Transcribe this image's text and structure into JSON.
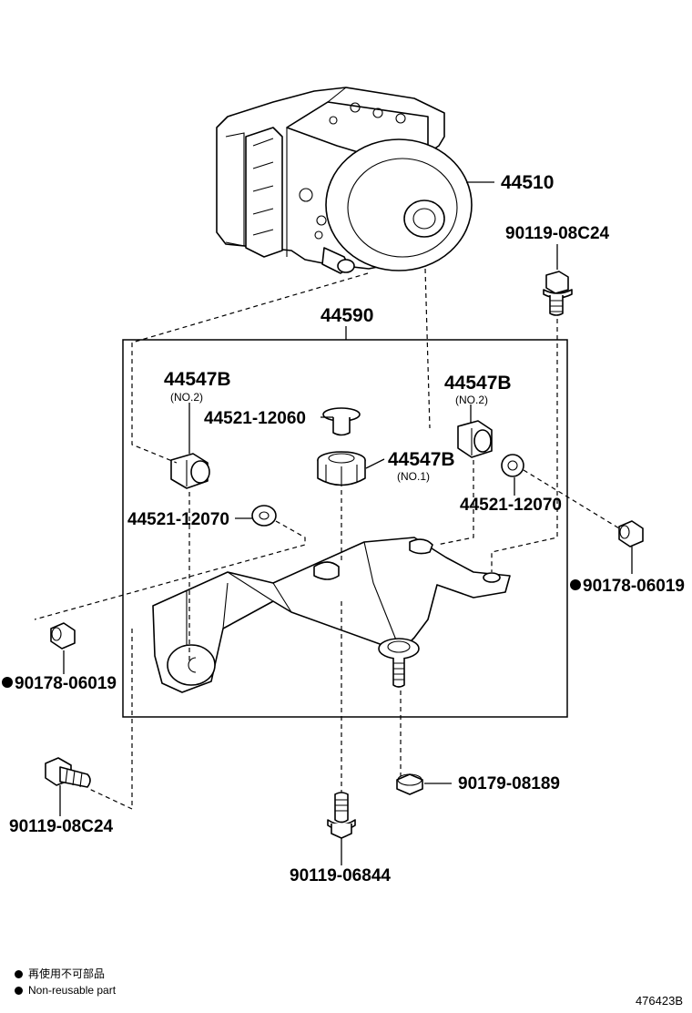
{
  "parts": {
    "abs_actuator": "44510",
    "bracket_assy": "44590",
    "cushion_no2_left": "44547B",
    "cushion_no2_left_sub": "(NO.2)",
    "cushion_no2_right": "44547B",
    "cushion_no2_right_sub": "(NO.2)",
    "cushion_no1": "44547B",
    "cushion_no1_sub": "(NO.1)",
    "collar_top": "44521-12060",
    "washer_left": "44521-12070",
    "washer_right": "44521-12070",
    "nut_left": "90178-06019",
    "nut_right": "90178-06019",
    "bolt_top_right": "90119-08C24",
    "bolt_bottom_left": "90119-08C24",
    "bolt_bottom": "90119-06844",
    "nut_bottom": "90179-08189"
  },
  "legend": {
    "line_jp": "再使用不可部品",
    "line_en": "Non-reusable part"
  },
  "catalog_number": "476423B"
}
